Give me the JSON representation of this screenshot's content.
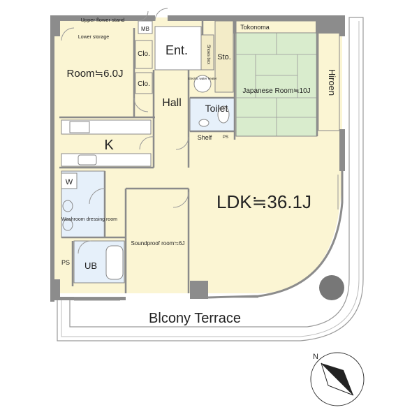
{
  "rooms": {
    "upper_flower_stand": "Upper flower stand",
    "lower_storage": "Lower storage",
    "mb": "MB",
    "entrance": "Ent.",
    "shoes_box": "Shoes box",
    "storage": "Sto.",
    "tokonoma": "Tokonoma",
    "room": "Room≒6.0J",
    "closet_1": "Clo.",
    "closet_2": "Clo.",
    "water_heater": "Electric water heater",
    "hall": "Hall",
    "toilet": "Toilet",
    "shelf": "Shelf",
    "ps_small": "PS",
    "japanese_room": "Japanese Room≒10J",
    "hiroen": "Hiroen",
    "kitchen": "K",
    "w": "W",
    "washroom": "Washroom dressing room",
    "ldk": "LDK≒36.1J",
    "soundproof_room": "Soundproof room≒6J",
    "ps": "PS",
    "ub": "UB",
    "balcony": "Blcony Terrace",
    "compass_n": "N"
  },
  "colors": {
    "wall": "#8c8c8c",
    "floor": "#fbf5d3",
    "tatami": "#d9eccd",
    "wet": "#e6f0fa",
    "line": "#8a8a8a"
  },
  "icons": {
    "compass": "north-arrow-icon",
    "column": "round-column-icon"
  }
}
